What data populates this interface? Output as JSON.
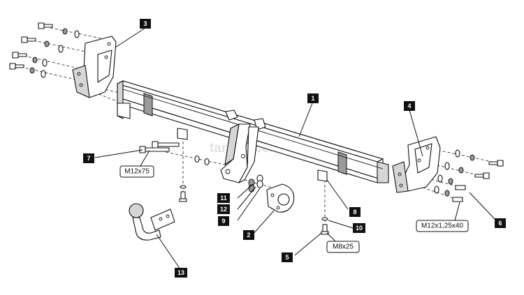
{
  "watermark": "tarkop-center.ru",
  "callouts": {
    "p1": "1",
    "p2": "2",
    "p3": "3",
    "p4": "4",
    "p5": "5",
    "p6": "6",
    "p7": "7",
    "p8": "8",
    "p9": "9",
    "p10": "10",
    "p11": "11",
    "p12": "12",
    "p13": "13"
  },
  "dimension_labels": {
    "bolt_left": "M12x75",
    "bolt_right": "M12x1,25x40",
    "bolt_bottom": "M8x25"
  }
}
